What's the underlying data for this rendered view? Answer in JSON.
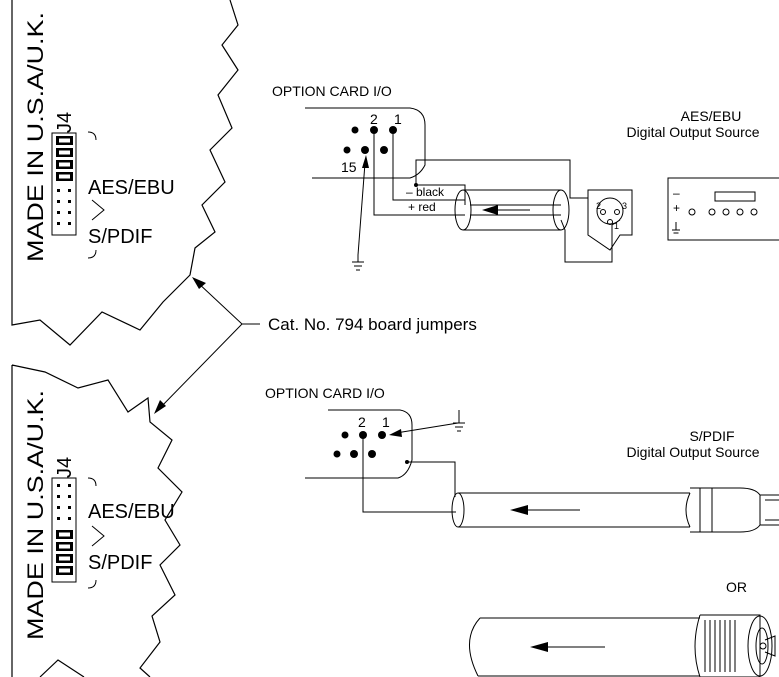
{
  "board_top": {
    "vertical_text": "MADE IN U.S.A/U.K.",
    "jumper_label": "J4",
    "aes_label": "AES/EBU",
    "spdif_label": "S/PDIF"
  },
  "board_bottom": {
    "vertical_text": "MADE IN U.S.A/U.K.",
    "jumper_label": "J4",
    "aes_label": "AES/EBU",
    "spdif_label": "S/PDIF"
  },
  "callout": {
    "text": "Cat. No. 794 board jumpers"
  },
  "top_wiring": {
    "title": "OPTION CARD I/O",
    "pin2": "2",
    "pin1": "1",
    "pin15": "15",
    "wire_black": "– black",
    "wire_red": "+ red",
    "xlr_pin2": "2",
    "xlr_pin3": "3",
    "xlr_pin1": "1",
    "source_line1": "AES/EBU",
    "source_line2": "Digital Output Source",
    "minus": "–",
    "plus": "+"
  },
  "bottom_wiring": {
    "title": "OPTION CARD I/O",
    "pin2": "2",
    "pin1": "1",
    "source_line1": "S/PDIF",
    "source_line2": "Digital Output Source",
    "or_label": "OR"
  }
}
